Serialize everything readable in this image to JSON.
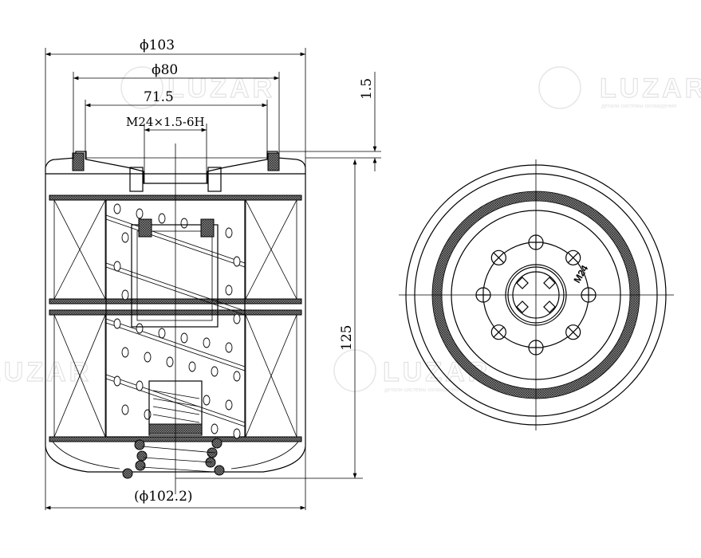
{
  "title": "Oil filter technical drawing",
  "dimensions": {
    "outer_diameter": "ϕ103",
    "gasket_diameter": "ϕ80",
    "inner_gasket": "71.5",
    "thread": "M24×1.5-6H",
    "gasket_offset": "1.5",
    "height": "125",
    "body_diameter": "(ϕ102.2)"
  },
  "top_view": {
    "thread_label": "M24"
  },
  "watermark": {
    "brand": "LUZAR",
    "tagline": "детали системы охлаждения"
  },
  "colors": {
    "line": "#000000",
    "watermark": "#e3e3e3"
  }
}
